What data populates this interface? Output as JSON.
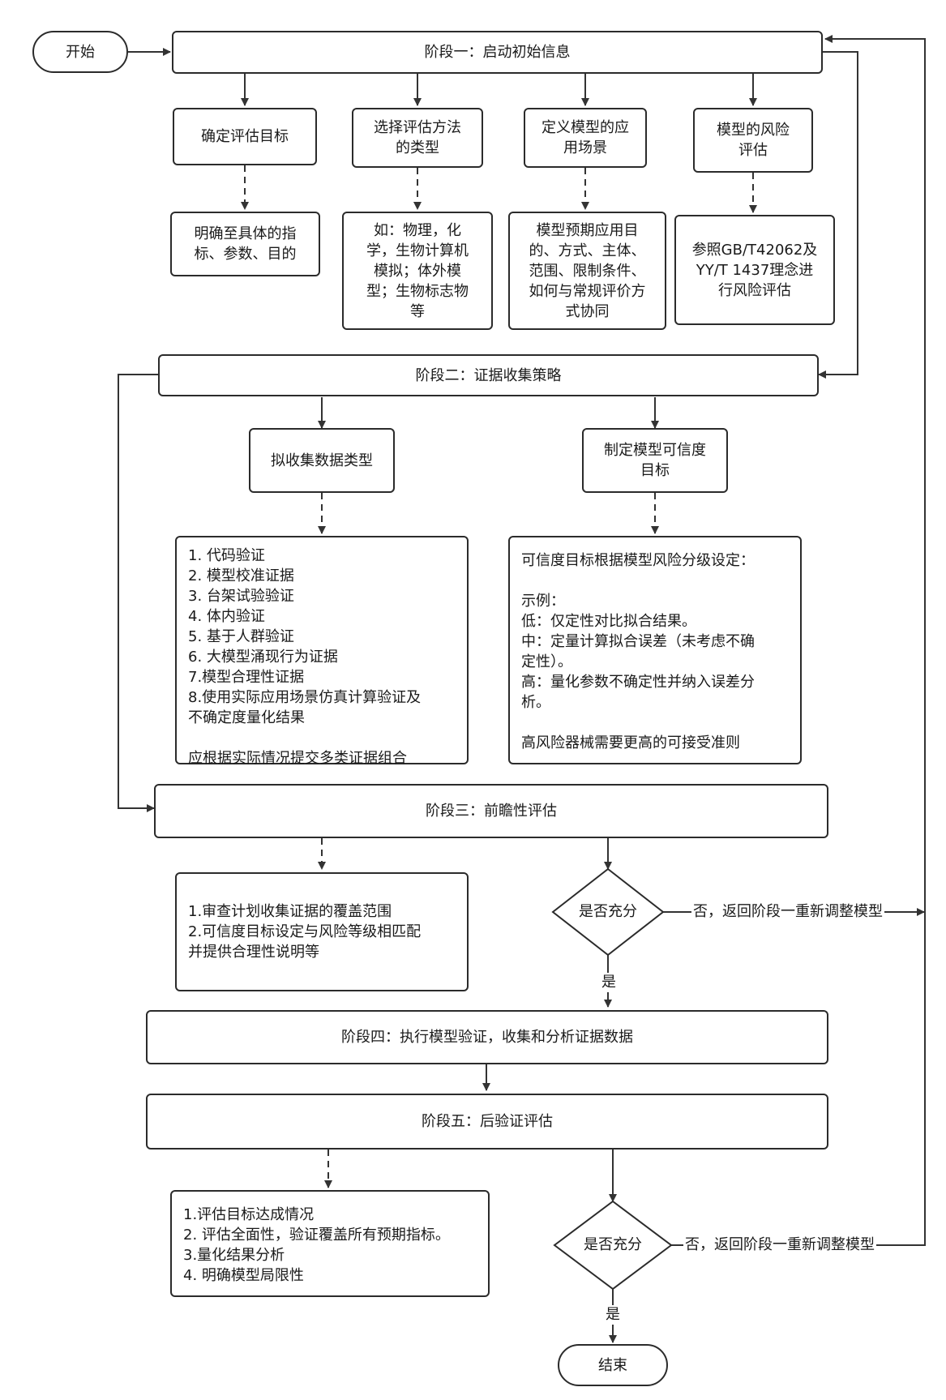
{
  "start": "开始",
  "end": "结束",
  "stage1": {
    "title": "阶段一：启动初始信息",
    "boxes": [
      {
        "label": "确定评估目标",
        "detail": [
          "明确至具体的指",
          "标、参数、目的"
        ]
      },
      {
        "label": "选择评估方法\n的类型",
        "detail": [
          "如：物理，化",
          "学，生物计算机",
          "模拟；体外模",
          "型；生物标志物",
          "等"
        ]
      },
      {
        "label": "定义模型的应\n用场景",
        "detail": [
          "模型预期应用目",
          "的、方式、主体、",
          "范围、限制条件、",
          "如何与常规评价方",
          "式协同"
        ]
      },
      {
        "label": "模型的风险\n评估",
        "detail": [
          "参照GB/T42062及",
          "YY/T 1437理念进",
          "行风险评估"
        ]
      }
    ]
  },
  "stage2": {
    "title": "阶段二：证据收集策略",
    "left_label": "拟收集数据类型",
    "left_detail": [
      "1. 代码验证",
      "2. 模型校准证据",
      "3. 台架试验验证",
      "4. 体内验证",
      "5. 基于人群验证",
      "6. 大模型涌现行为证据",
      "7.模型合理性证据",
      "8.使用实际应用场景仿真计算验证及",
      "不确定度量化结果",
      "",
      "应根据实际情况提交多类证据组合"
    ],
    "right_label": "制定模型可信度\n目标",
    "right_detail": [
      "可信度目标根据模型风险分级设定：",
      "",
      "示例：",
      "低：仅定性对比拟合结果。",
      "中：定量计算拟合误差（未考虑不确",
      "定性）。",
      "高：量化参数不确定性并纳入误差分",
      "析。",
      "",
      "高风险器械需要更高的可接受准则"
    ]
  },
  "stage3": {
    "title": "阶段三：前瞻性评估",
    "detail": [
      "1.审查计划收集证据的覆盖范围",
      "2.可信度目标设定与风险等级相匹配",
      "并提供合理性说明等"
    ],
    "decision": "是否充分",
    "no_label": "否，返回阶段一重新调整模型",
    "yes_label": "是"
  },
  "stage4": {
    "title": "阶段四：执行模型验证，收集和分析证据数据"
  },
  "stage5": {
    "title": "阶段五：后验证评估",
    "detail": [
      "1.评估目标达成情况",
      "2. 评估全面性，验证覆盖所有预期指标。",
      "3.量化结果分析",
      "4. 明确模型局限性"
    ],
    "decision": "是否充分",
    "no_label": "否，返回阶段一重新调整模型",
    "yes_label": "是"
  }
}
